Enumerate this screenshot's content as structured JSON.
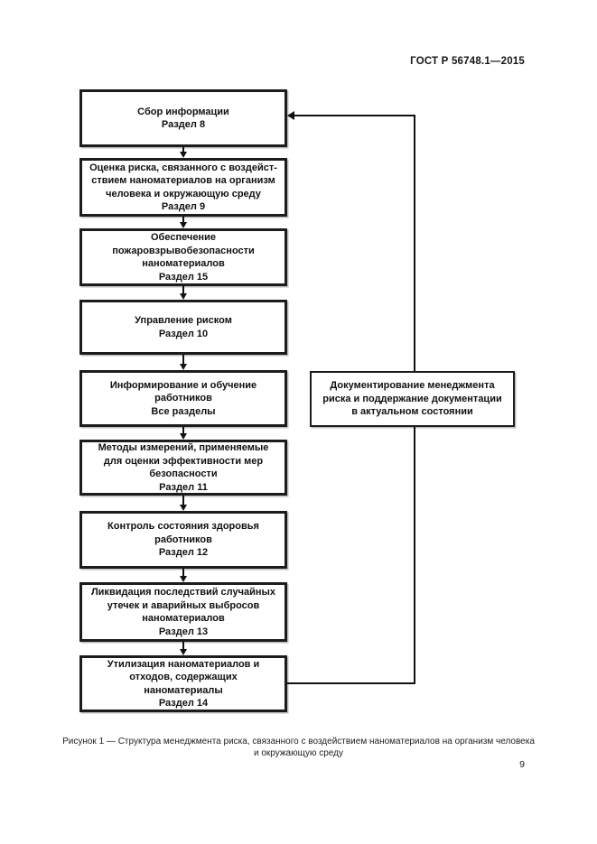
{
  "page": {
    "header": "ГОСТ Р 56748.1—2015",
    "page_number": "9",
    "caption_lines": [
      "Рисунок 1 — Структура менеджмента риска, связанного с воздействием наноматериалов на организм человека",
      "и окружающую среду"
    ]
  },
  "colors": {
    "ink": "#111111",
    "paper": "#ffffff"
  },
  "flowchart": {
    "main_boxes": [
      {
        "lines": [
          "Сбор информации",
          "Раздел 8"
        ]
      },
      {
        "lines": [
          "Оценка риска, связанного с воздейст-",
          "ствием наноматериалов на организм",
          "человека и окружающую среду",
          "Раздел 9"
        ]
      },
      {
        "lines": [
          "Обеспечение",
          "пожаровзрывобезопасности",
          "наноматериалов",
          "Раздел 15"
        ]
      },
      {
        "lines": [
          "Управление риском",
          "Раздел 10"
        ]
      },
      {
        "lines": [
          "Информирование и обучение",
          "работников",
          "Все разделы"
        ]
      },
      {
        "lines": [
          "Методы измерений, применяемые",
          "для оценки эффективности мер",
          "безопасности",
          "Раздел 11"
        ]
      },
      {
        "lines": [
          "Контроль состояния здоровья",
          "работников",
          "Раздел 12"
        ]
      },
      {
        "lines": [
          "Ликвидация последствий случайных",
          "утечек и аварийных выбросов",
          "наноматериалов",
          "Раздел 13"
        ]
      },
      {
        "lines": [
          "Утилизация наноматериалов и",
          "отходов, содержащих",
          "наноматериалы",
          "Раздел 14"
        ]
      }
    ],
    "side_box": {
      "lines": [
        "Документирование менеджмента",
        "риска и поддержание документации",
        "в актуальном состоянии"
      ]
    }
  }
}
